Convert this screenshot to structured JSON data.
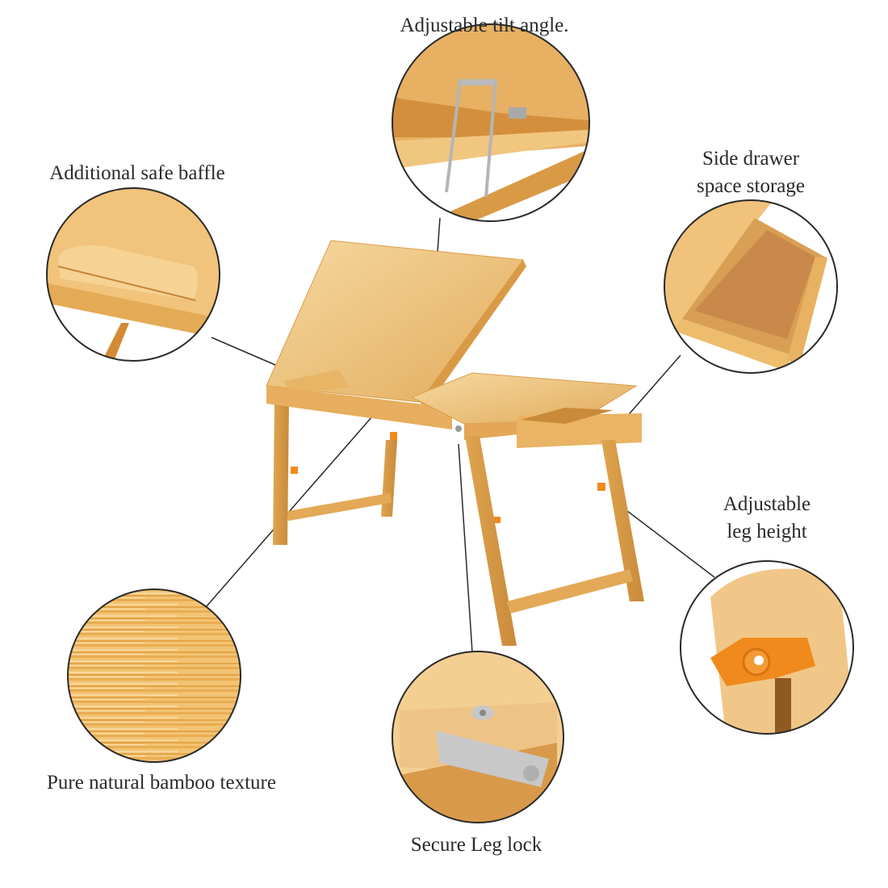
{
  "infographic": {
    "subject": "Bamboo lap desk",
    "colors": {
      "bamboo_light": "#f3cf8c",
      "bamboo_mid": "#e7b265",
      "bamboo_dark": "#c98a3a",
      "orange_knob": "#f08a1c",
      "metal": "#c9c9c9",
      "line": "#2a2a2a",
      "background": "#ffffff"
    },
    "callouts": [
      {
        "id": "tilt",
        "label": "Adjustable tilt angle."
      },
      {
        "id": "baffle",
        "label": "Additional safe baffle"
      },
      {
        "id": "drawer",
        "label_line1": "Side drawer",
        "label_line2": "space storage"
      },
      {
        "id": "leg_height",
        "label_line1": "Adjustable",
        "label_line2": "leg height"
      },
      {
        "id": "texture",
        "label": "Pure natural bamboo texture"
      },
      {
        "id": "leg_lock",
        "label": "Secure Leg lock"
      }
    ]
  }
}
